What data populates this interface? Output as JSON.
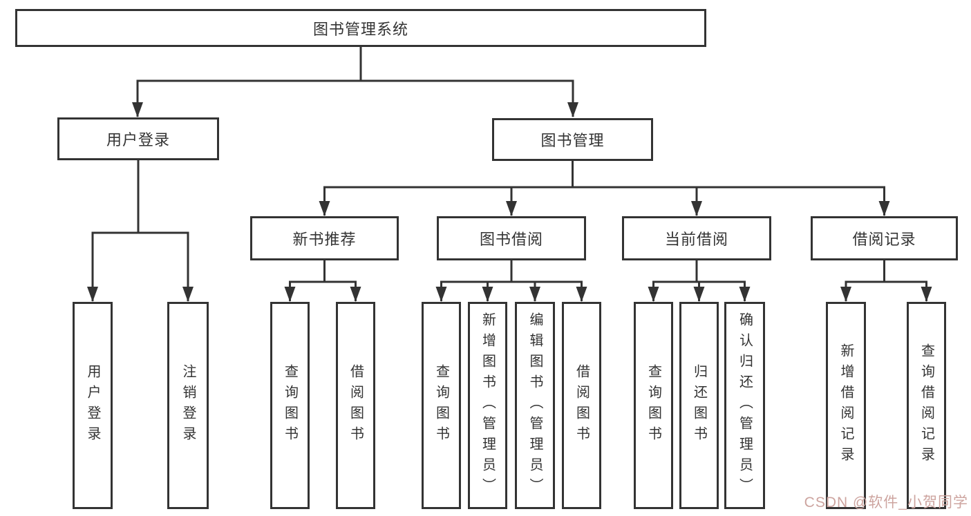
{
  "diagram_type": "hierarchy-tree",
  "colors": {
    "line": "#333333",
    "box_border": "#333333",
    "text": "#333333",
    "watermark": "#cda49f",
    "background": "#ffffff"
  },
  "tree": {
    "label": "图书管理系统",
    "children": [
      {
        "label": "用户登录",
        "children": [
          {
            "label": "用户登录"
          },
          {
            "label": "注销登录"
          }
        ]
      },
      {
        "label": "图书管理",
        "children": [
          {
            "label": "新书推荐",
            "children": [
              {
                "label": "查询图书"
              },
              {
                "label": "借阅图书"
              }
            ]
          },
          {
            "label": "图书借阅",
            "children": [
              {
                "label": "查询图书"
              },
              {
                "label": "新增图书（管理员）"
              },
              {
                "label": "编辑图书（管理员）"
              },
              {
                "label": "借阅图书"
              }
            ]
          },
          {
            "label": "当前借阅",
            "children": [
              {
                "label": "查询图书"
              },
              {
                "label": "归还图书"
              },
              {
                "label": "确认归还（管理员）"
              }
            ]
          },
          {
            "label": "借阅记录",
            "children": [
              {
                "label": "新增借阅记录"
              },
              {
                "label": "查询借阅记录"
              }
            ]
          }
        ]
      }
    ]
  },
  "watermark": "CSDN @软件_小贺同学"
}
